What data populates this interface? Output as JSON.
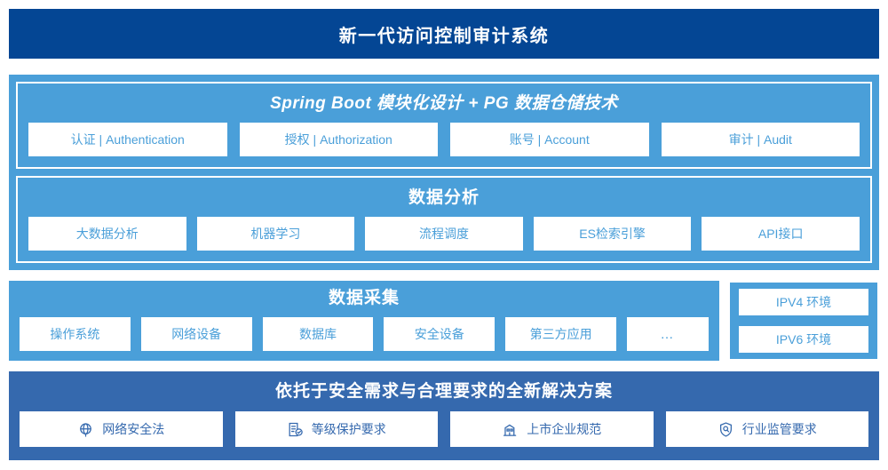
{
  "header": {
    "title": "新一代访问控制审计系统"
  },
  "colors": {
    "title_bar": "#044694",
    "panel_light": "#4a9fd9",
    "panel_dark": "#3569ae",
    "chip_background": "#ffffff",
    "chip_text_light": "#4a9fd9",
    "chip_text_dark": "#3569ae",
    "page_background": "#ffffff"
  },
  "platform": {
    "springboot": {
      "title": "Spring Boot 模块化设计 + PG 数据仓储技术",
      "items": [
        {
          "label": "认证 | Authentication"
        },
        {
          "label": "授权 | Authorization"
        },
        {
          "label": "账号 | Account"
        },
        {
          "label": "审计 | Audit"
        }
      ]
    },
    "analysis": {
      "title": "数据分析",
      "items": [
        {
          "label": "大数据分析"
        },
        {
          "label": "机器学习"
        },
        {
          "label": "流程调度"
        },
        {
          "label": "ES检索引擎"
        },
        {
          "label": "API接口"
        }
      ]
    }
  },
  "collection": {
    "title": "数据采集",
    "items": [
      {
        "label": "操作系统"
      },
      {
        "label": "网络设备"
      },
      {
        "label": "数据库"
      },
      {
        "label": "安全设备"
      },
      {
        "label": "第三方应用"
      },
      {
        "label": "…"
      }
    ]
  },
  "ip_environment": {
    "items": [
      {
        "label": "IPV4 环境"
      },
      {
        "label": "IPV6 环境"
      }
    ]
  },
  "compliance": {
    "title": "依托于安全需求与合理要求的全新解决方案",
    "items": [
      {
        "label": "网络安全法",
        "icon": "globe-icon"
      },
      {
        "label": "等级保护要求",
        "icon": "document-check-icon"
      },
      {
        "label": "上市企业规范",
        "icon": "building-icon"
      },
      {
        "label": "行业监管要求",
        "icon": "shield-search-icon"
      }
    ]
  }
}
